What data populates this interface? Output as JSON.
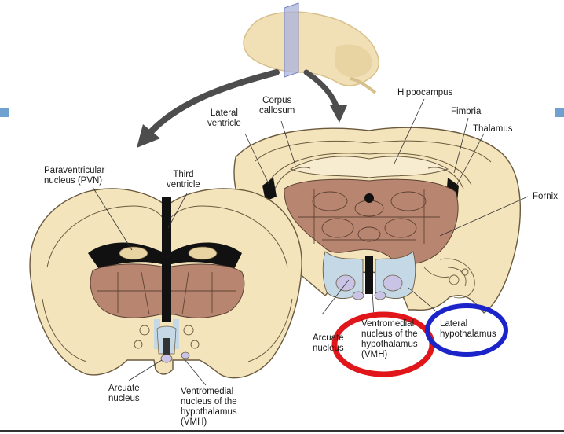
{
  "colors": {
    "tissue": "#f4e4bc",
    "tissue_stroke": "#6b5a3e",
    "hypothalamus_brown": "#b88570",
    "ventricle_black": "#111111",
    "periventricular_blue": "#c4d8e6",
    "vmh_purple": "#c9c4e6",
    "red_highlight": "#e0161b",
    "blue_highlight": "#1a24c8",
    "side_mark": "#6fa0cf"
  },
  "labels": {
    "lateral_ventricle": "Lateral\nventricle",
    "corpus_callosum": "Corpus\ncallosum",
    "hippocampus": "Hippocampus",
    "fimbria": "Fimbria",
    "thalamus": "Thalamus",
    "fornix": "Fornix",
    "paraventricular": "Paraventricular\nnucleus (PVN)",
    "third_ventricle": "Third\nventricle",
    "arcuate_right": "Arcuate\nnucleus",
    "vmh_right": "Ventromedial\nnucleus of the\nhypothalamus\n(VMH)",
    "lateral_hypothalamus": "Lateral\nhypothalamus",
    "arcuate_left": "Arcuate\nnucleus",
    "vmh_left": "Ventromedial\nnucleus of the\nhypothalamus\n(VMH)"
  },
  "icons": {
    "whole_brain": "rat-brain-icon",
    "cutting_plane": "section-plane-icon"
  }
}
